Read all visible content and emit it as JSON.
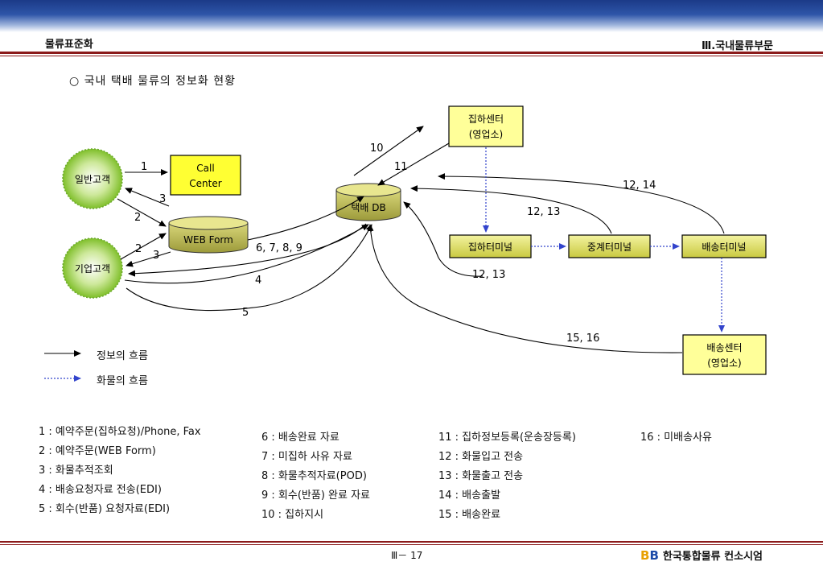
{
  "header": {
    "left": "물류표준화",
    "right": "Ⅲ.국내물류부문",
    "title": "○ 국내 택배 물류의 정보화 현황"
  },
  "nodes": {
    "general_customer": "일반고객",
    "corporate_customer": "기업고객",
    "call_center_line1": "Call",
    "call_center_line2": "Center",
    "web_form": "WEB Form",
    "db": "택배 DB",
    "pickup_center_line1": "집하센터",
    "pickup_center_line2": "(영업소)",
    "pickup_terminal": "집하터미널",
    "relay_terminal": "중계터미널",
    "delivery_terminal": "배송터미널",
    "delivery_center_line1": "배송센터",
    "delivery_center_line2": "(영업소)"
  },
  "edge_labels": {
    "e1": "1",
    "e2a": "2",
    "e2b": "2",
    "e3a": "3",
    "e3b": "3",
    "e4": "4",
    "e5": "5",
    "e6": "6, 7, 8, 9",
    "e10": "10",
    "e11": "11",
    "e12_14": "12, 14",
    "e12_13a": "12, 13",
    "e12_13b": "12, 13",
    "e15_16": "15, 16"
  },
  "legend": {
    "info_flow": "정보의 흐름",
    "goods_flow": "화물의 흐름"
  },
  "definitions": {
    "col1": [
      "1 : 예약주문(집하요청)/Phone, Fax",
      "2 : 예약주문(WEB Form)",
      "3 : 화물추적조회",
      "4 : 배송요청자료 전송(EDI)",
      "5 : 회수(반품) 요청자료(EDI)"
    ],
    "col2": [
      "6 : 배송완료 자료",
      "7 : 미집하 사유 자료",
      "8 : 화물추적자료(POD)",
      "9 : 회수(반품) 완료 자료",
      "10 : 집하지시"
    ],
    "col3": [
      "11 : 집하정보등록(운송장등록)",
      "12 : 화물입고 전송",
      "13 : 화물출고 전송",
      "14 : 배송출발",
      "15 : 배송완료"
    ],
    "col4": [
      "16 : 미배송사유"
    ]
  },
  "footer": {
    "page": "Ⅲ－ 17",
    "org": "한국통합물류 컨소시엄",
    "logo_b1": "B",
    "logo_b2": "B"
  },
  "colors": {
    "box_fill": "#ffff99",
    "terminal_fill": "#e6e64a",
    "goods_flow": "#3344cc",
    "rule": "#8b1a1a"
  }
}
